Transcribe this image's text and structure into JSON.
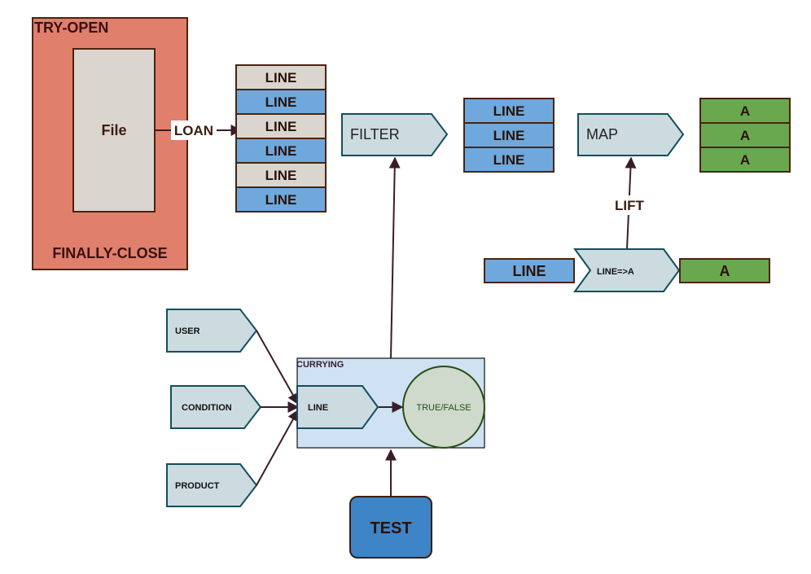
{
  "colors": {
    "try_bg": "#e07f6c",
    "file_bg": "#dbd5d0",
    "line_blue": "#6fa8dc",
    "line_beige": "#dbd5d0",
    "green": "#6aa84f",
    "chevron_bg": "#ccdbe0",
    "chevron_border": "#134f5c",
    "currying_bg": "#cfe2f3",
    "circle_bg": "#cfd9cc",
    "circle_border": "#274e13",
    "test_bg": "#3d85c6",
    "dark": "#3a1d10"
  },
  "try_block": {
    "title": "TRY-OPEN",
    "footer": "FINALLY-CLOSE",
    "file_label": "File"
  },
  "loan_label": "LOAN",
  "loan_lines": [
    "LINE",
    "LINE",
    "LINE",
    "LINE",
    "LINE",
    "LINE"
  ],
  "filter_label": "FILTER",
  "filtered_lines": [
    "LINE",
    "LINE",
    "LINE"
  ],
  "map_label": "MAP",
  "mapped_items": [
    "A",
    "A",
    "A"
  ],
  "lift_label": "LIFT",
  "lift_row": {
    "input": "LINE",
    "function": "LINE=>A",
    "output": "A"
  },
  "inputs": [
    "USER",
    "CONDITION",
    "PRODUCT"
  ],
  "currying": {
    "title": "CURRYING",
    "line_label": "LINE",
    "result_label": "TRUE/FALSE"
  },
  "test_label": "TEST"
}
